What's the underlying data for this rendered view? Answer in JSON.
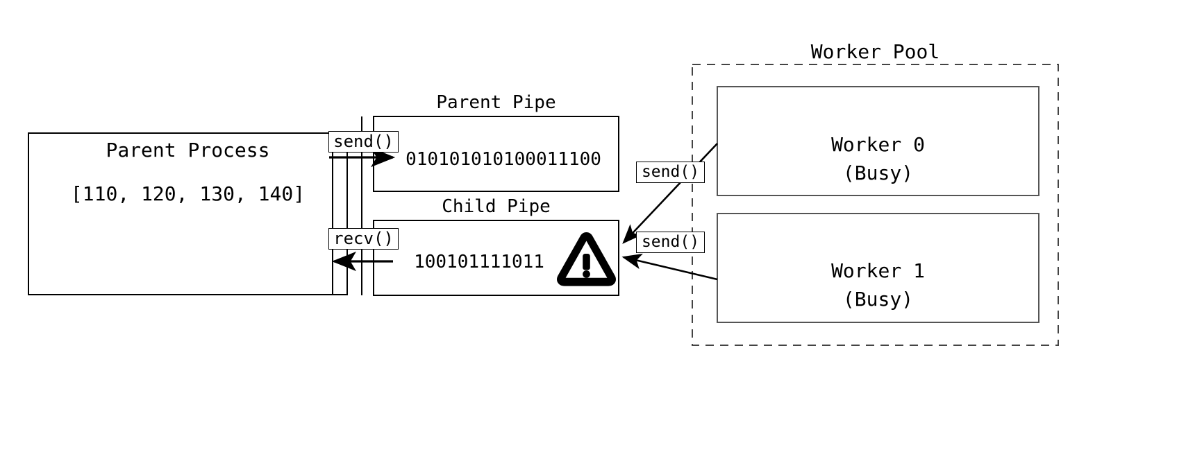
{
  "diagram": {
    "title_hidden": "",
    "parent_process": {
      "name": "Parent Process",
      "queue": "[110, 120, 130, 140]"
    },
    "parent_pipe": {
      "title": "Parent Pipe",
      "bits": "010101010100011100"
    },
    "child_pipe": {
      "title": "Child Pipe",
      "bits": "100101111011",
      "warning_icon": "warning-triangle-icon"
    },
    "worker_pool": {
      "title": "Worker Pool",
      "workers": [
        {
          "name": "Worker 0",
          "state": "(Busy)"
        },
        {
          "name": "Worker 1",
          "state": "(Busy)"
        }
      ]
    },
    "call_labels": {
      "parent_send": "send()",
      "parent_recv": "recv()",
      "worker0_send": "send()",
      "worker1_send": "send()"
    },
    "colors": {
      "stroke": "#000000",
      "worker_stroke": "#555555",
      "pool_stroke": "#444444",
      "background": "#ffffff"
    }
  }
}
